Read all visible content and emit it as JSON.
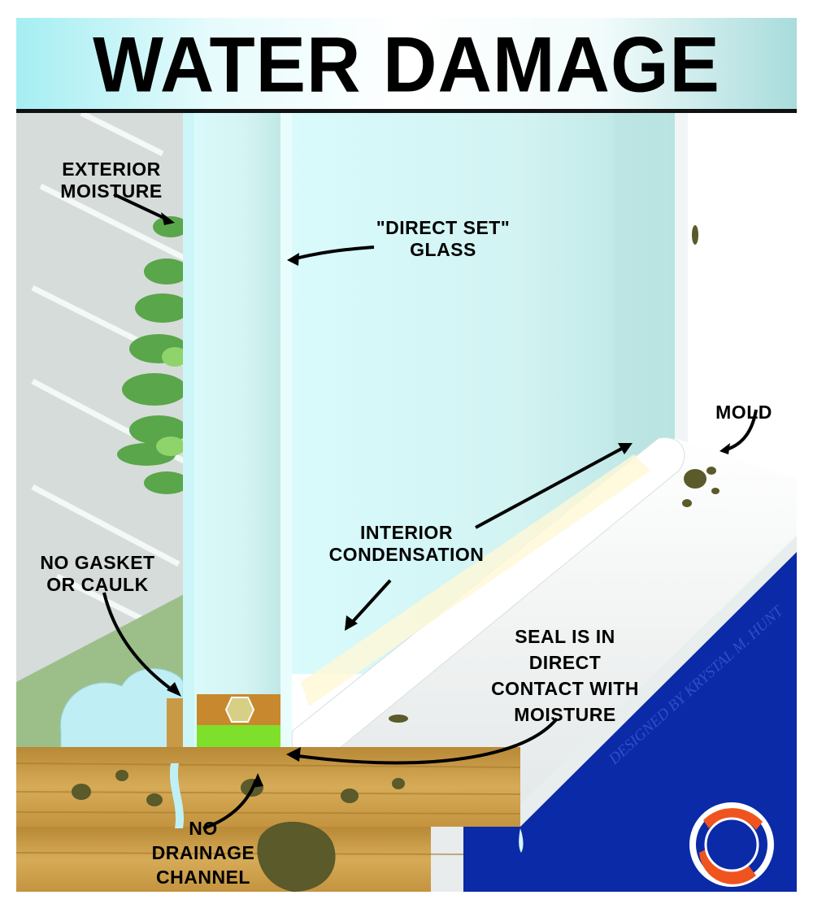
{
  "title": "WATER DAMAGE",
  "labels": {
    "exterior_moisture": [
      "EXTERIOR",
      "MOISTURE"
    ],
    "direct_set_glass": [
      "\"DIRECT SET\"",
      "GLASS"
    ],
    "mold": "MOLD",
    "interior_condensation": [
      "INTERIOR",
      "CONDENSATION"
    ],
    "no_gasket": [
      "NO GASKET",
      "OR CAULK"
    ],
    "seal_contact": [
      "SEAL IS IN",
      "DIRECT",
      "CONTACT WITH",
      "MOISTURE"
    ],
    "no_drainage": [
      "NO",
      "DRAINAGE",
      "CHANNEL"
    ]
  },
  "watermark": "DESIGNED BY KRYSTAL M. HUNT",
  "colors": {
    "title_black": "#000000",
    "glass": "#c8f2f4",
    "wall_gray": "#d6dcd9",
    "foliage": "#5aa64a",
    "wood": "#c99a45",
    "mold": "#5a5a2a",
    "navy": "#0a2aa8",
    "logo_orange": "#f0541e",
    "seal_green": "#7ee02a"
  }
}
